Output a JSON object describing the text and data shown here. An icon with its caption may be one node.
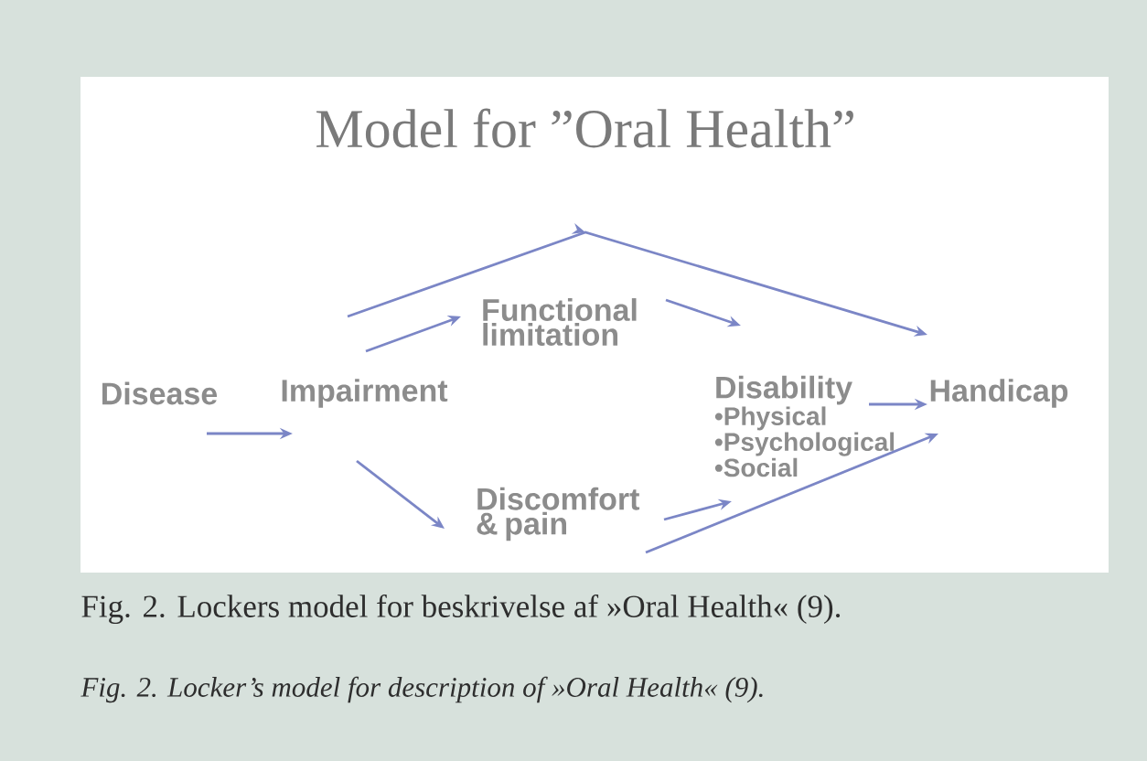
{
  "diagram": {
    "title": "Model for ”Oral Health”",
    "nodes": [
      {
        "text": [
          "Disease"
        ]
      },
      {
        "text": [
          "Impairment"
        ]
      },
      {
        "text": [
          "Functional limitation"
        ]
      },
      {
        "text": [
          "Disability",
          "•Physical",
          "•Psychological",
          "•Social"
        ]
      },
      {
        "text": [
          "Handicap"
        ]
      },
      {
        "text": [
          "Discomfort & pain"
        ]
      }
    ],
    "edges": [
      {
        "from": 0,
        "to": 1,
        "arrow": "to"
      },
      {
        "from": 1,
        "to": 2,
        "arrow": "to"
      },
      {
        "from": 1,
        "to": 5,
        "arrow": "to"
      },
      {
        "from": 2,
        "to": 3,
        "arrow": "to"
      },
      {
        "from": 5,
        "to": 3,
        "arrow": "to"
      },
      {
        "from": 3,
        "to": 4,
        "arrow": "to"
      },
      {
        "from": 5,
        "to": 4,
        "arrow": "to"
      },
      {
        "from": 1,
        "to": 4,
        "arrow": "to"
      }
    ],
    "caption": "Fig. 2. Lockers model for beskrivelse af »Oral Health« (9).",
    "labels": [
      "Fig. 2. Locker’s model for description of »Oral Health« (9)."
    ]
  }
}
